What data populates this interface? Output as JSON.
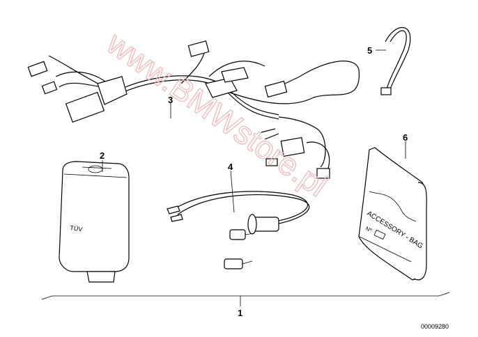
{
  "diagram": {
    "part_labels": [
      "1",
      "2",
      "3",
      "4",
      "5",
      "6"
    ],
    "bag_text": "ACCESSORY - BAG",
    "bag_number_mark": "Nº",
    "box_text": "TÜV",
    "drawing_code": "00009280",
    "watermark": "www.BMWstore.pl"
  }
}
